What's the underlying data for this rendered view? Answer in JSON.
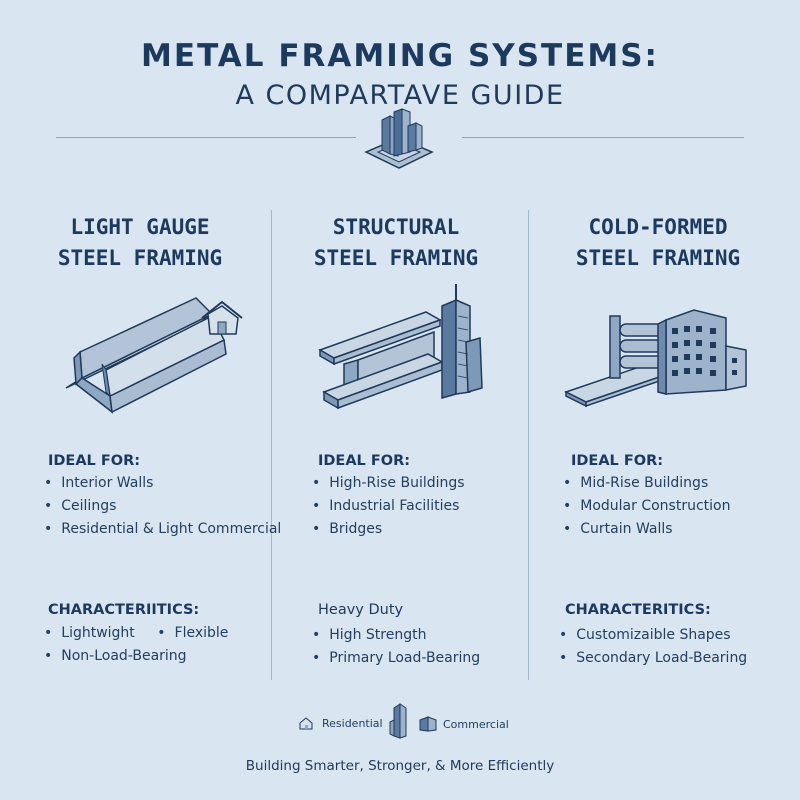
{
  "header": {
    "title": "METAL FRAMING SYSTEMS:",
    "subtitle": "A COMPARTAVE GUIDE",
    "icon": "buildings-icon"
  },
  "columns": [
    {
      "heading_line1": "LIGHT GAUGE",
      "heading_line2": "STEEL FRAMING",
      "illustration": "c-channel-with-house-icon",
      "ideal_label": "IDEAL FOR:",
      "ideal_items": [
        "Interior Walls",
        "Ceilings",
        "Residential & Light Commercial"
      ],
      "char_label": "CHARACTERIITICS:",
      "char_row1_a": "Lightwight",
      "char_row1_b": "Flexible",
      "char_row2": "Non-Load-Bearing"
    },
    {
      "heading_line1": "STRUCTURAL",
      "heading_line2": "STEEL FRAMING",
      "illustration": "i-beam-with-skyscraper-icon",
      "ideal_label": "IDEAL FOR:",
      "ideal_items": [
        "High-Rise Buildings",
        "Industrial Facilities",
        "Bridges"
      ],
      "char_label": "Heavy Duty",
      "char_items": [
        "High Strength",
        "Primary Load-Bearing"
      ]
    },
    {
      "heading_line1": "COLD-FORMED",
      "heading_line2": "STEEL FRAMING",
      "illustration": "rolling-mill-with-building-icon",
      "ideal_label": "IDEAL FOR:",
      "ideal_items": [
        "Mid-Rise Buildings",
        "Modular Construction",
        "Curtain Walls"
      ],
      "char_label": "CHARACTERITICS:",
      "char_items": [
        "Customizaible Shapes",
        "Secondary Load-Bearing"
      ]
    }
  ],
  "legend": {
    "residential": "Residential",
    "commercial": "Commercial"
  },
  "footer": {
    "tagline": "Building Smarter, Stronger, & More Efficiently"
  },
  "colors": {
    "background": "#d9e5f0",
    "ink": "#1c3a5e",
    "steel": "#9fb4cc"
  }
}
